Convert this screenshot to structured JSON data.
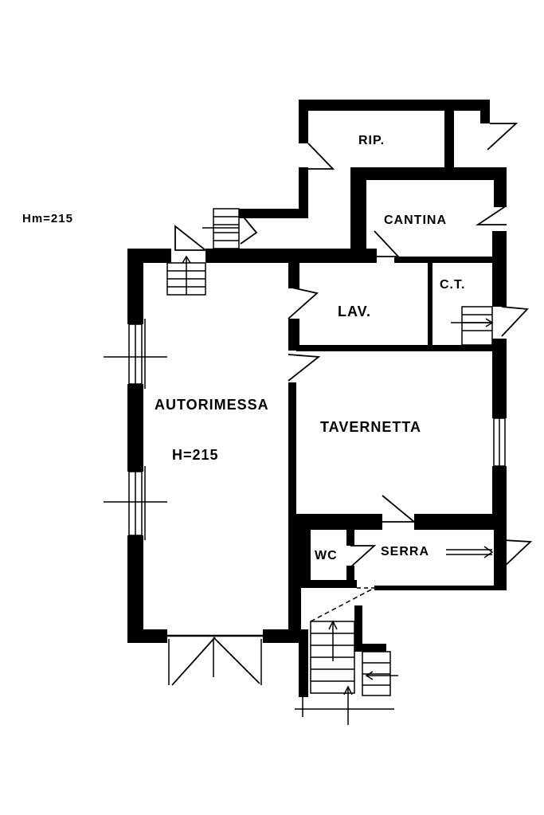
{
  "plan": {
    "height_note": "Hm=215",
    "rooms": {
      "rip": "RIP.",
      "cantina": "CANTINA",
      "ct": "C.T.",
      "lav": "LAV.",
      "autorimessa": "AUTORIMESSA",
      "autorimessa_height": "H=215",
      "tavernetta": "TAVERNETTA",
      "wc": "WC",
      "serra": "SERRA"
    }
  }
}
